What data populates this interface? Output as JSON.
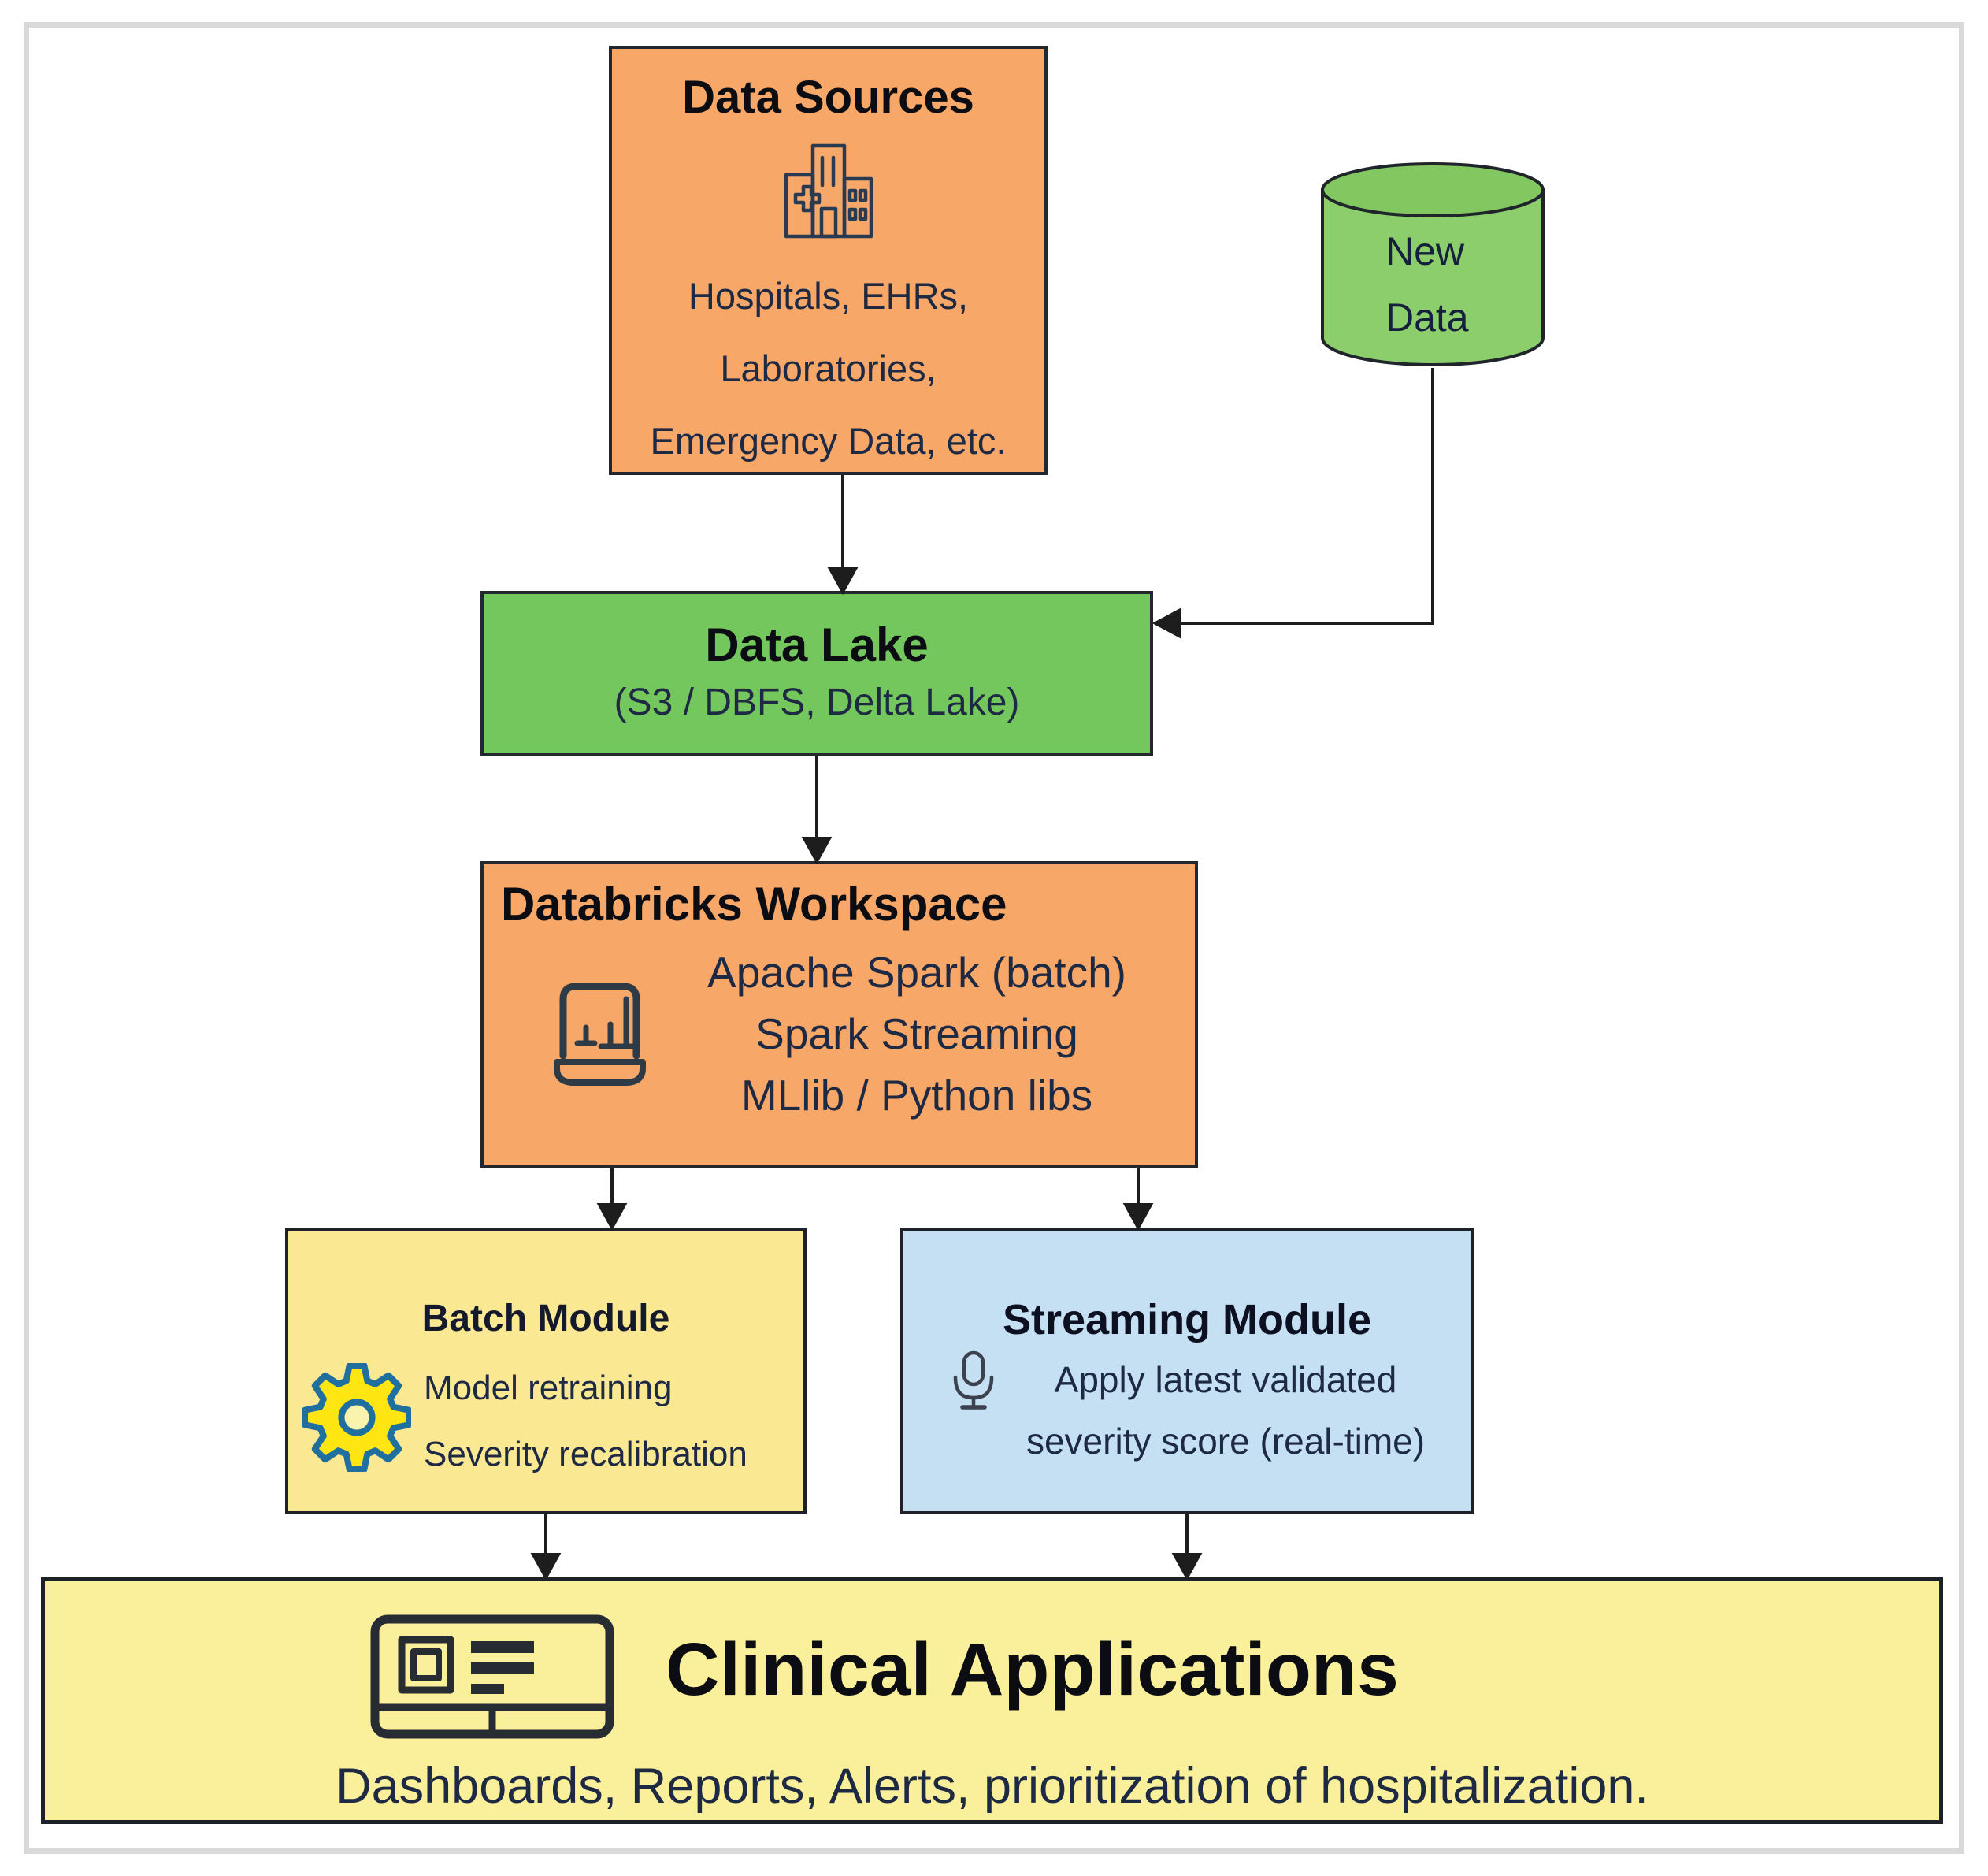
{
  "diagram": {
    "data_sources": {
      "title": "Data Sources",
      "icon": "hospital-icon",
      "lines": [
        "Hospitals, EHRs,",
        "Laboratories,",
        "Emergency Data, etc."
      ]
    },
    "new_data": {
      "icon": "database-cylinder-icon",
      "lines": [
        "New",
        "Data"
      ]
    },
    "data_lake": {
      "title": "Data Lake",
      "subtitle": "(S3 / DBFS, Delta Lake)"
    },
    "databricks_workspace": {
      "title": "Databricks Workspace",
      "icon": "laptop-chart-icon",
      "lines": [
        "Apache Spark (batch)",
        "Spark Streaming",
        "MLlib / Python libs"
      ]
    },
    "batch_module": {
      "title": "Batch Module",
      "icon": "gear-icon",
      "lines": [
        "Model retraining",
        "Severity recalibration"
      ]
    },
    "streaming_module": {
      "title": "Streaming Module",
      "icon": "microphone-icon",
      "lines": [
        "Apply latest validated",
        "severity score (real-time)"
      ]
    },
    "clinical_applications": {
      "title": "Clinical Applications",
      "icon": "dashboard-laptop-icon",
      "subtitle": "Dashboards, Reports, Alerts, prioritization of hospitalization."
    }
  },
  "colors": {
    "orange_box": "#F7A768",
    "data_lake_green": "#74C75C",
    "cylinder_green_body": "#8CCE6B",
    "cylinder_green_top": "#82C75F",
    "batch_yellow": "#FAE893",
    "streaming_blue": "#C4E0F2",
    "clinical_yellow": "#FAF09B",
    "box_border": "#23282F",
    "arrow": "#1D1D1D",
    "title_text": "#0B0D12",
    "body_text": "#1E2A44",
    "gear_fill": "#FFE512",
    "gear_stroke": "#1F6F9F"
  }
}
